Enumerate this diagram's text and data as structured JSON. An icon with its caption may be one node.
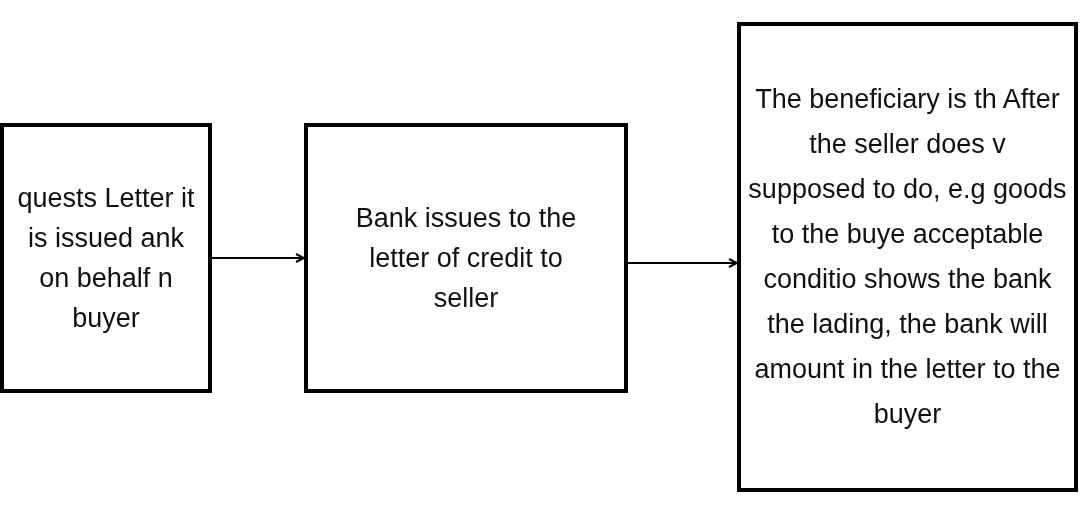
{
  "diagram": {
    "nodes": [
      {
        "text": [
          "quests Letter it is issued ank on behalf n buyer"
        ]
      },
      {
        "text": [
          "Bank issues to the letter of credit to seller"
        ]
      },
      {
        "text": [
          "The beneficiary is th After the seller does v supposed to do, e.g goods to the buye acceptable conditio shows the bank the lading, the bank will amount in the letter to the buyer"
        ]
      }
    ],
    "edges": [
      {
        "from": 0,
        "to": 1,
        "arrow": "to"
      },
      {
        "from": 1,
        "to": 2,
        "arrow": "to"
      }
    ]
  }
}
